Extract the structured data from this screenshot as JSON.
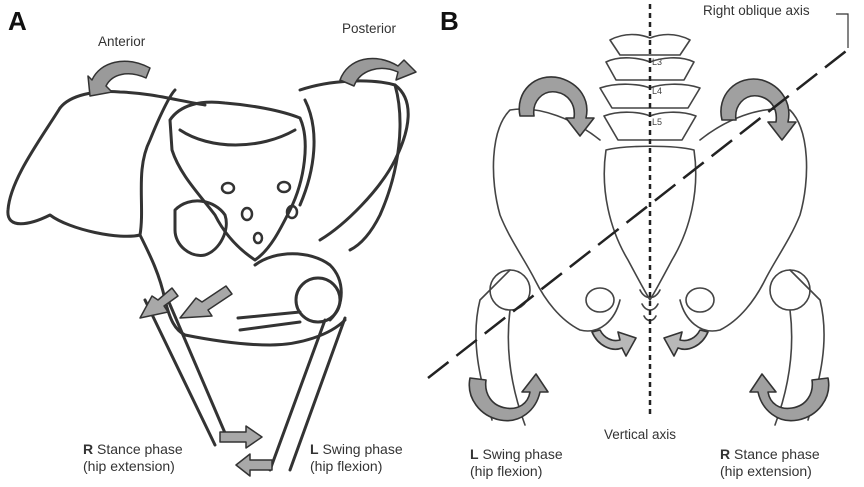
{
  "panel_a": {
    "letter": "A",
    "anterior": "Anterior",
    "posterior": "Posterior",
    "left_caption": {
      "bold": "R",
      "line1": " Stance phase",
      "line2": "(hip extension)"
    },
    "right_caption": {
      "bold": "L",
      "line1": " Swing phase",
      "line2": "(hip flexion)"
    }
  },
  "panel_b": {
    "letter": "B",
    "oblique_axis": "Right oblique axis",
    "vertical_axis": "Vertical axis",
    "vertebrae": [
      "L3",
      "L4",
      "L5"
    ],
    "left_caption": {
      "bold": "L",
      "line1": " Swing phase",
      "line2": "(hip flexion)"
    },
    "right_caption": {
      "bold": "R",
      "line1": " Stance phase",
      "line2": "(hip extension)"
    }
  },
  "colors": {
    "line": "#333333",
    "arrow_fill": "#9a9a9a",
    "arrow_light": "#c8c8c8"
  }
}
